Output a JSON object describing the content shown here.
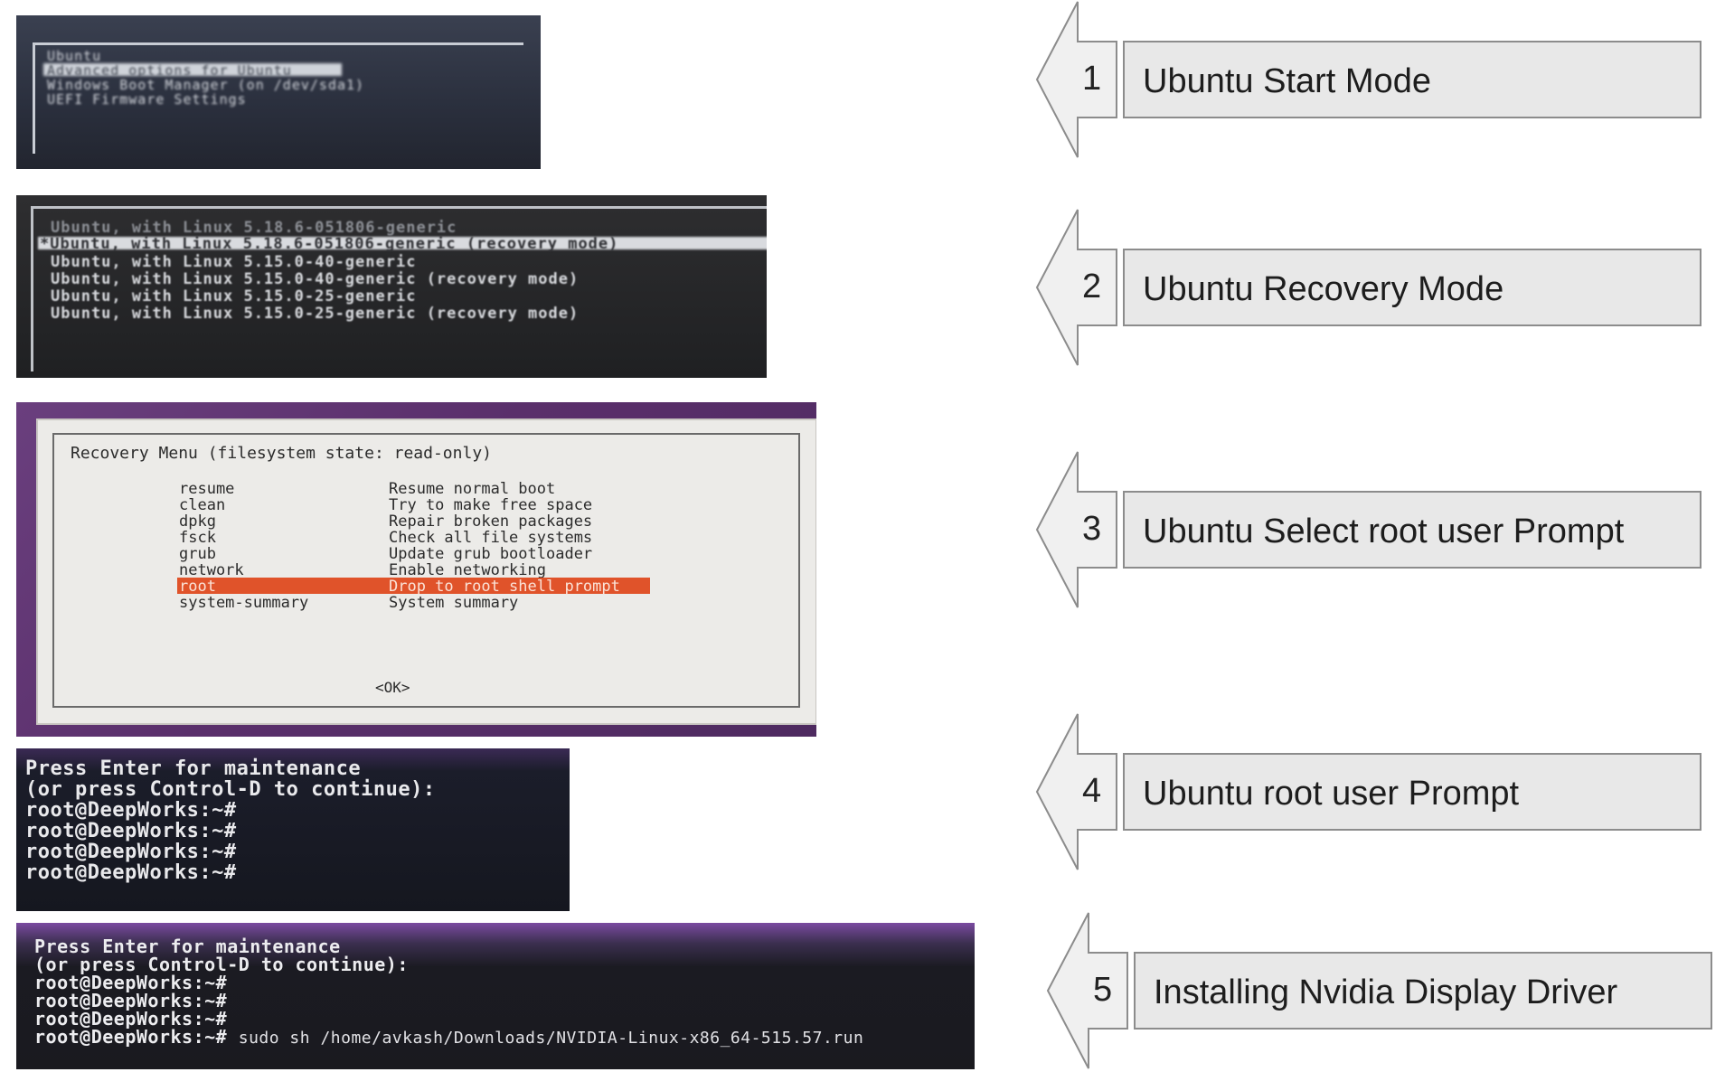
{
  "screens": {
    "s1": {
      "lines": [
        "Ubuntu",
        "Advanced options for Ubuntu",
        "Windows Boot Manager (on /dev/sda1)",
        "UEFI Firmware Settings"
      ]
    },
    "s2": {
      "lines": [
        "Ubuntu, with Linux 5.18.6-051806-generic",
        "*Ubuntu, with Linux 5.18.6-051806-generic (recovery mode)",
        "Ubuntu, with Linux 5.15.0-40-generic",
        "Ubuntu, with Linux 5.15.0-40-generic (recovery mode)",
        "Ubuntu, with Linux 5.15.0-25-generic",
        "Ubuntu, with Linux 5.15.0-25-generic (recovery mode)"
      ]
    },
    "s3": {
      "title": "Recovery Menu (filesystem state: read-only)",
      "items": [
        {
          "key": "resume",
          "desc": "Resume normal boot"
        },
        {
          "key": "clean",
          "desc": "Try to make free space"
        },
        {
          "key": "dpkg",
          "desc": "Repair broken packages"
        },
        {
          "key": "fsck",
          "desc": "Check all file systems"
        },
        {
          "key": "grub",
          "desc": "Update grub bootloader"
        },
        {
          "key": "network",
          "desc": "Enable networking"
        },
        {
          "key": "root",
          "desc": "Drop to root shell prompt"
        },
        {
          "key": "system-summary",
          "desc": "System summary"
        }
      ],
      "ok": "<OK>"
    },
    "s4": {
      "lines": [
        "Press Enter for maintenance",
        "(or press Control-D to continue):",
        "root@DeepWorks:~#",
        "root@DeepWorks:~#",
        "root@DeepWorks:~#",
        "root@DeepWorks:~#"
      ]
    },
    "s5": {
      "lines": [
        "Press Enter for maintenance",
        "(or press Control-D to continue):",
        "root@DeepWorks:~#",
        "root@DeepWorks:~#",
        "root@DeepWorks:~#",
        "root@DeepWorks:~#"
      ],
      "command": "sudo sh /home/avkash/Downloads/NVIDIA-Linux-x86_64-515.57.run"
    }
  },
  "steps": [
    {
      "number": "1",
      "label": "Ubuntu Start Mode"
    },
    {
      "number": "2",
      "label": "Ubuntu Recovery Mode"
    },
    {
      "number": "3",
      "label": "Ubuntu Select root user Prompt"
    },
    {
      "number": "4",
      "label": "Ubuntu root user Prompt"
    },
    {
      "number": "5",
      "label": "Installing Nvidia Display Driver"
    }
  ],
  "colors": {
    "highlight": "#e0532a",
    "label_bg": "#e8e8e8",
    "arrow_fill": "#f0f0f0"
  }
}
